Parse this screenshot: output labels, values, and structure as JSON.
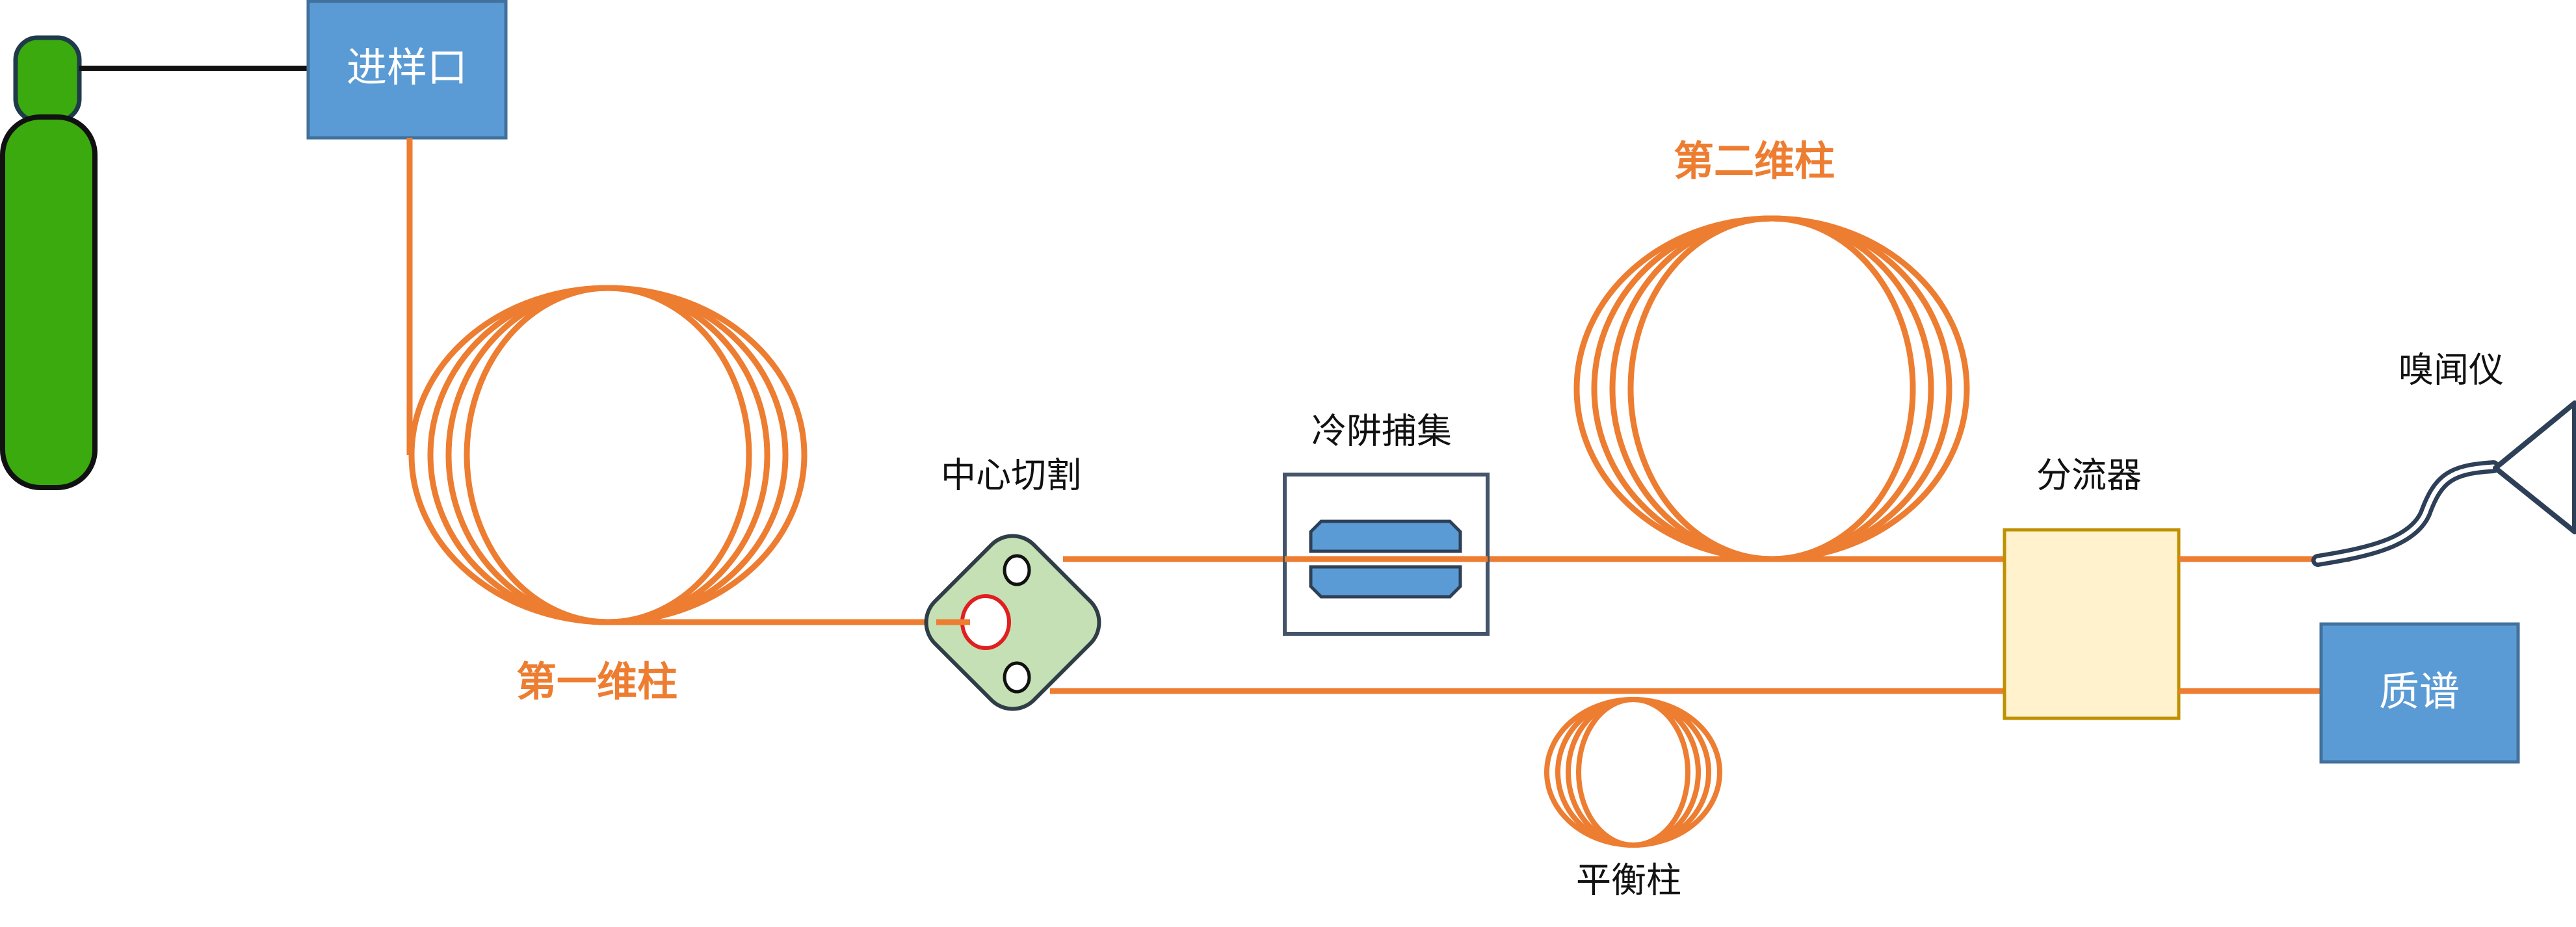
{
  "labels": {
    "inlet": "进样口",
    "first_column": "第一维柱",
    "heart_cut": "中心切割",
    "cold_trap": "冷阱捕集",
    "second_column": "第二维柱",
    "splitter": "分流器",
    "olfactometer": "嗅闻仪",
    "mass_spec": "质谱",
    "balance_column": "平衡柱"
  },
  "colors": {
    "tube": "#ED7D31",
    "box_blue": "#5B9BD5",
    "box_blue_border": "#41719C",
    "cylinder_green": "#3BAA0E",
    "valve_green": "#C5E0B4",
    "valve_border": "#2F3E46",
    "splitter_fill": "#FFF2CC",
    "splitter_border": "#BF9000",
    "trap_border": "#44546A",
    "sniff_port": "#2E4057",
    "red_port": "#E02020"
  }
}
